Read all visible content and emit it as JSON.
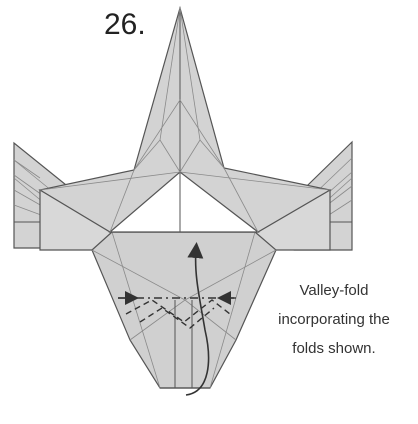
{
  "step": {
    "number": "26."
  },
  "caption": {
    "lines": [
      "Valley-fold",
      "incorporating the",
      "folds shown."
    ]
  },
  "colors": {
    "paper": "#d3d3d3",
    "paper_light": "#e4e4e4",
    "edge": "#555555",
    "crease": "#8a8a8a",
    "arrow": "#333333"
  },
  "icons": [
    "valley-fold-arrow-icon",
    "mountain-fold-line-icon",
    "valley-fold-line-icon"
  ]
}
